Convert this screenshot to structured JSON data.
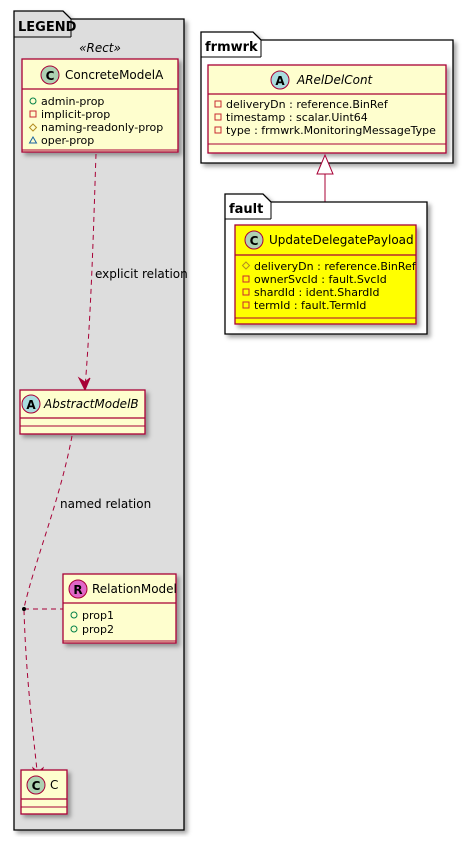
{
  "legend": {
    "package_label": "LEGEND",
    "stereotype": "«Rect»",
    "concrete_model": {
      "badge": "C",
      "name": "ConcreteModelA",
      "fields": [
        {
          "marker": "public",
          "text": "admin-prop"
        },
        {
          "marker": "private",
          "text": "implicit-prop"
        },
        {
          "marker": "protected",
          "text": "naming-readonly-prop"
        },
        {
          "marker": "package",
          "text": "oper-prop"
        }
      ]
    },
    "explicit_relation_label": "explicit relation",
    "abstract_model": {
      "badge": "A",
      "name": "AbstractModelB"
    },
    "named_relation_label": "named relation",
    "relation_model": {
      "badge": "R",
      "name": "RelationModel",
      "fields": [
        {
          "marker": "public",
          "text": "prop1"
        },
        {
          "marker": "public",
          "text": "prop2"
        }
      ]
    },
    "c_model": {
      "badge": "C",
      "name": "C"
    }
  },
  "frmwrk": {
    "package_label": "frmwrk",
    "class": {
      "badge": "A",
      "name": "ARelDelCont",
      "fields": [
        {
          "marker": "private",
          "text": "deliveryDn : reference.BinRef"
        },
        {
          "marker": "private",
          "text": "timestamp : scalar.Uint64"
        },
        {
          "marker": "private",
          "text": "type : frmwrk.MonitoringMessageType"
        }
      ]
    }
  },
  "fault": {
    "package_label": "fault",
    "class": {
      "badge": "C",
      "name": "UpdateDelegatePayload",
      "fields": [
        {
          "marker": "protected",
          "text": "deliveryDn : reference.BinRef"
        },
        {
          "marker": "private",
          "text": "ownerSvcId : fault.SvcId"
        },
        {
          "marker": "private",
          "text": "shardId : ident.ShardId"
        },
        {
          "marker": "private",
          "text": "termId : fault.TermId"
        }
      ]
    }
  },
  "colors": {
    "package_fill": "#dddddd",
    "class_fill": "#fefece",
    "highlight_fill": "#ffff00",
    "border": "#a80036",
    "badge_class": "#add1b2",
    "badge_abstract": "#a9dcdf",
    "badge_relation": "#e066c8",
    "marker_public": "#038048",
    "marker_private": "#c82930",
    "marker_protected": "#b38d22",
    "marker_package": "#1963a0"
  }
}
